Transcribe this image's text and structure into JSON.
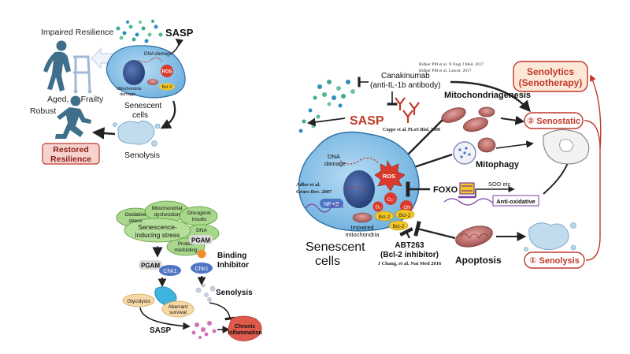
{
  "panel_a": {
    "impaired_resilience": "Impaired Resilience",
    "aged_or_frailty": "Aged, or Frailty",
    "robust": "Robust",
    "restored_resilience_1": "Restored",
    "restored_resilience_2": "Resilience",
    "sasp": "SASP",
    "dna_damage": "DNA damage",
    "ros": "ROS",
    "mito_damage_1": "Mitochondria",
    "mito_damage_2": "damage",
    "bcl2": "Bcl-2",
    "senescent_cells_1": "Senescent",
    "senescent_cells_2": "cells",
    "senolysis": "Senolysis"
  },
  "panel_b": {
    "oxidative_stress_1": "Oxidative",
    "oxidative_stress_2": "stress",
    "mito_dysfunction_1": "Mitochondrial",
    "mito_dysfunction_2": "dysfunction",
    "oncogenic_insults_1": "Oncogenic",
    "oncogenic_insults_2": "insults",
    "senescence_stress_1": "Senescence-",
    "senescence_stress_2": "inducing stress",
    "dna_damage_1": "DNA",
    "dna_damage_2": "damage",
    "protein_misfolding_1": "Protein",
    "protein_misfolding_2": "misfolding",
    "pgam": "PGAM",
    "chk1": "Chk1",
    "binding_inhibitor_1": "Binding",
    "binding_inhibitor_2": "Inhibitor",
    "senolysis": "Senolysis",
    "glycolysis": "Glycolysis",
    "aberrant_survival_1": "Aberrant",
    "aberrant_survival_2": "survival",
    "sasp": "SASP",
    "chronic_inflammation_1": "Chronic",
    "chronic_inflammation_2": "Inflammation"
  },
  "panel_c": {
    "ref_ridker_1": "Ridker PM et al. N Engl J Med. 2017",
    "ref_ridker_2": "Ridker PM et al. Lancet. 2017",
    "canakinumab_1": "Canakinumab",
    "canakinumab_2": "(anti-IL-1b antibody)",
    "sasp": "SASP",
    "ref_coppe": "Coppe et al. PLoS Biol. 2008",
    "mitochondriagenesis": "Mitochondriagenesis",
    "mitophagy": "Mitophagy",
    "dna_damage_1": "DNA",
    "dna_damage_2": "damage",
    "ros": "ROS",
    "ref_adler_1": "Adler et al.",
    "ref_adler_2": "Genes Dev. 2007",
    "nfkb": "NF-κB",
    "o2_radical": "·O₂⁻",
    "o2": "O₂",
    "oh": "·OH",
    "bcl2": "Bcl-2",
    "impaired_mito_1": "Impaired",
    "impaired_mito_2": "mitochondria",
    "foxo": "FOXO",
    "sod_etc": "SOD etc",
    "anti_oxidative": "Anti-oxidative",
    "senescent_cells_1": "Senescent",
    "senescent_cells_2": "cells",
    "abt263_1": "ABT263",
    "abt263_2": "(Bcl-2 inhibitor)",
    "ref_chang": "J Chang, et al. Nat Med 2016",
    "apoptosis": "Apoptosis",
    "senolytics_1": "Senolytics",
    "senolytics_2": "(Senotherapy)",
    "senostatic": "② Senostatic",
    "senolysis": "① Senolysis"
  },
  "colors": {
    "cell_fill": "#8ec6ea",
    "cell_edge": "#2f6fa3",
    "nucleus": "#35508f",
    "red_accent": "#c0392b",
    "senolytics_fill": "#fde7d6",
    "restored_fill": "#f7d3d0",
    "bcl2_yellow": "#f3c623",
    "inhibitor_line": "#222222",
    "foxo_purple": "#7a3fa0"
  }
}
